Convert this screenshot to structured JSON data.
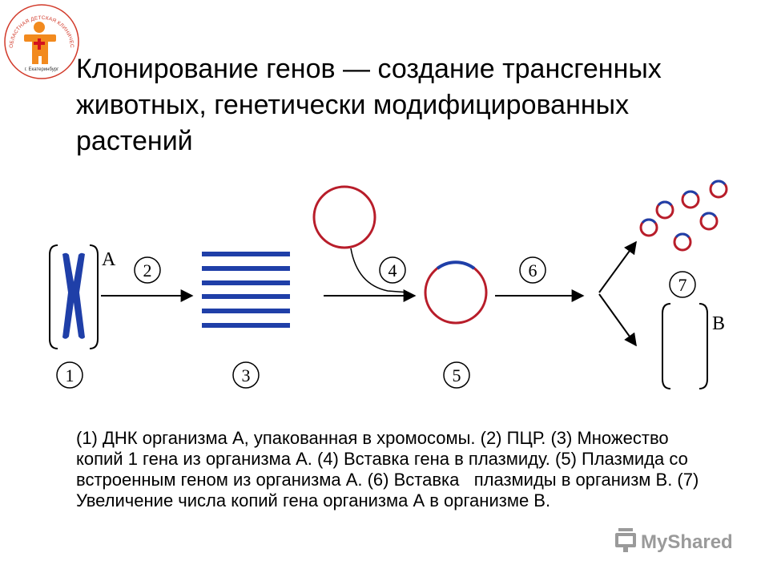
{
  "slide": {
    "title": "Клонирование генов — создание трансгенных животных, генетически модифицированных растений",
    "caption": "(1) ДНК организма А, упакованная в хромосомы. (2) ПЦР. (3) Множество копий 1 гена из организма А. (4) Вставка гена в плазмиду. (5) Плазмида со встроенным геном из организма А. (6) Вставка   плазмиды в организм В. (7) Увеличение числа копий гена организма А в организме В."
  },
  "logo": {
    "text": "ОБЛАСТНАЯ ДЕТСКАЯ КЛИНИЧЕСКАЯ БОЛЬНИЦА №1",
    "city": "г. Екатеринбург"
  },
  "diagram": {
    "organism_a_label": "A",
    "organism_b_label": "B",
    "steps": [
      "1",
      "2",
      "3",
      "4",
      "5",
      "6",
      "7"
    ],
    "colors": {
      "chromosome": "#1f3fa8",
      "plasmid": "#b81d2a",
      "insert": "#1f3fa8"
    }
  },
  "watermark": {
    "text": "MyShared",
    "icon": "projector-icon"
  }
}
